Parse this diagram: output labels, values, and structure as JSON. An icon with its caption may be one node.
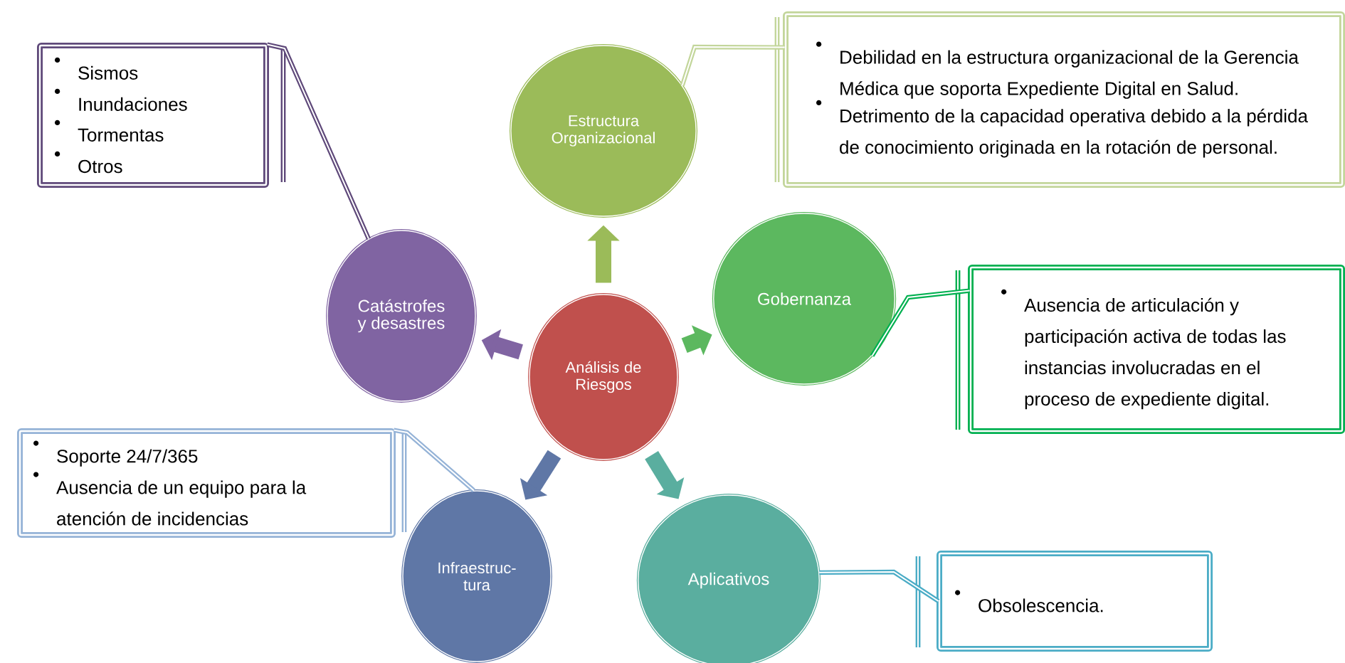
{
  "diagram": {
    "nodes": [
      {
        "text": [
          "Sismos",
          "Inundaciones",
          "Tormentas",
          "Otros"
        ]
      },
      {
        "text": [
          "Estructura Organizacional"
        ]
      },
      {
        "text": [
          "Debilidad en la estructura organizacional de la Gerencia Médica que soporta Expediente Digital en Salud.",
          "Detrimento de la capacidad operativa debido a la pérdida de conocimiento originada en  la rotación de personal."
        ]
      },
      {
        "text": [
          "Catástrofes y desastres"
        ]
      },
      {
        "text": [
          "Gobernanza"
        ]
      },
      {
        "text": [
          "Análisis de Riesgos"
        ]
      },
      {
        "text": [
          "Ausencia de articulación y participación activa de todas las instancias involucradas en el proceso de expediente digital."
        ]
      },
      {
        "text": [
          "Soporte 24/7/365",
          "Ausencia de un equipo para la atención de incidencias"
        ]
      },
      {
        "text": [
          "Infraestruc- tura"
        ]
      },
      {
        "text": [
          "Aplicativos"
        ]
      },
      {
        "text": [
          "Obsolescencia."
        ]
      }
    ],
    "edges": [
      {
        "from": 5,
        "to": 1,
        "arrow": "to",
        "style": "thick",
        "color": "#9bbb59"
      },
      {
        "from": 5,
        "to": 4,
        "arrow": "to",
        "style": "thick",
        "color": "#5cb85f"
      },
      {
        "from": 5,
        "to": 9,
        "arrow": "to",
        "style": "thick",
        "color": "#5aae9f"
      },
      {
        "from": 5,
        "to": 8,
        "arrow": "to",
        "style": "thick",
        "color": "#5f77a6"
      },
      {
        "from": 5,
        "to": 3,
        "arrow": "to",
        "style": "thick",
        "color": "#8064a2"
      },
      {
        "from": 3,
        "to": 0,
        "arrow": "none",
        "color": "#5f497a"
      },
      {
        "from": 1,
        "to": 2,
        "arrow": "none",
        "color": "#c3d69b"
      },
      {
        "from": 4,
        "to": 6,
        "arrow": "none",
        "color": "#00b050"
      },
      {
        "from": 8,
        "to": 7,
        "arrow": "none",
        "color": "#95b3d7"
      },
      {
        "from": 9,
        "to": 10,
        "arrow": "none",
        "color": "#4bacc6"
      }
    ]
  }
}
